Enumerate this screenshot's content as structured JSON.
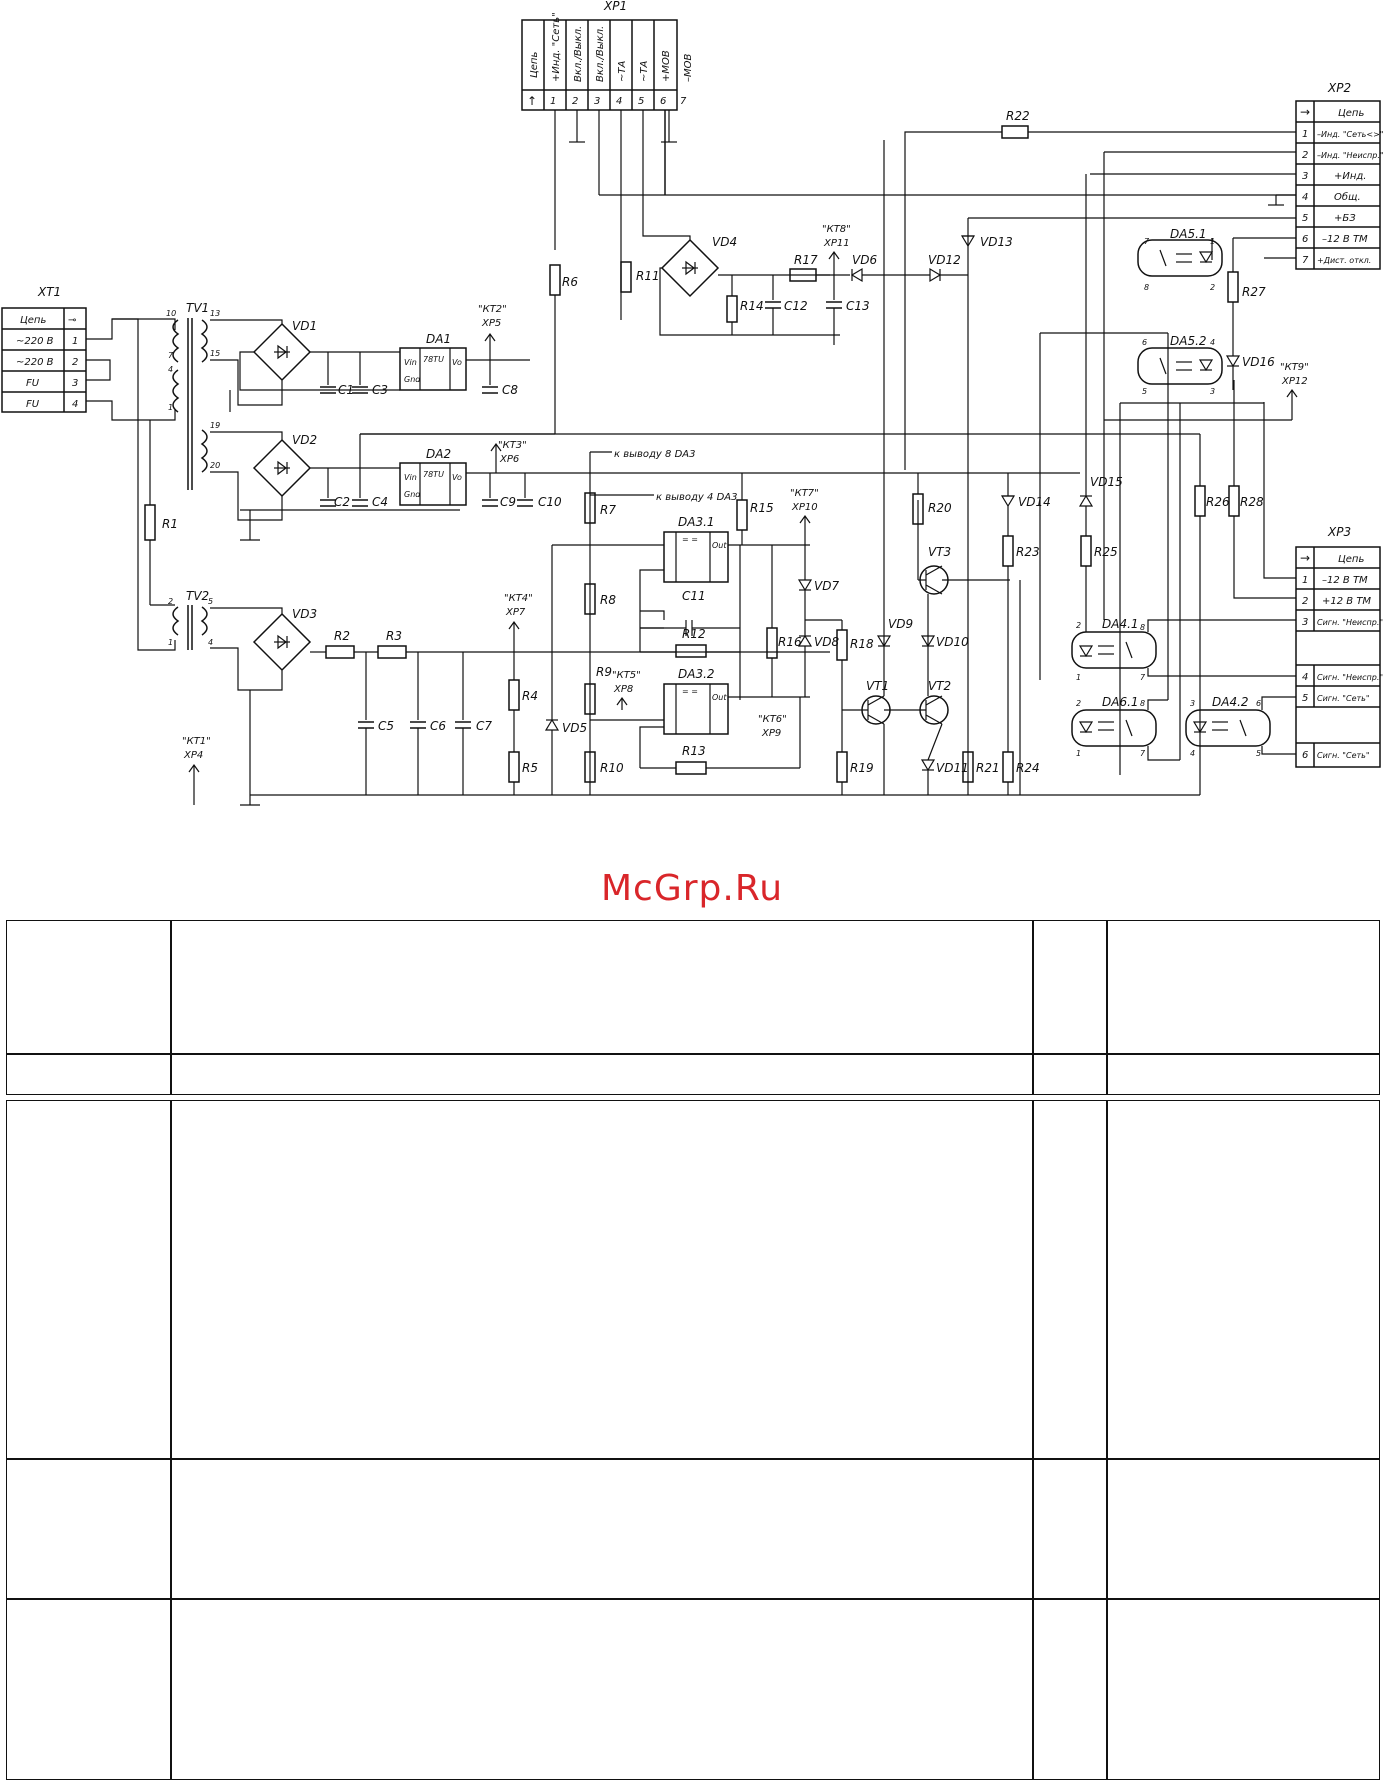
{
  "watermark": "McGrp.Ru",
  "connectors": {
    "xt1": {
      "title": "XT1",
      "header": "Цепь",
      "rows": [
        {
          "pin": "1",
          "name": "~220 В"
        },
        {
          "pin": "2",
          "name": "~220 В"
        },
        {
          "pin": "3",
          "name": "FU"
        },
        {
          "pin": "4",
          "name": "FU"
        }
      ]
    },
    "xp1": {
      "title": "XP1",
      "header": "Цепь",
      "pins": [
        {
          "pin": "1",
          "name": "+Инд. \"Сеть\""
        },
        {
          "pin": "2",
          "name": "Вкл./Выкл."
        },
        {
          "pin": "3",
          "name": "Вкл./Выкл."
        },
        {
          "pin": "4",
          "name": "~ТА"
        },
        {
          "pin": "5",
          "name": "~ТА"
        },
        {
          "pin": "6",
          "name": "+МОВ"
        },
        {
          "pin": "7",
          "name": "–МОВ"
        }
      ]
    },
    "xp2": {
      "title": "XP2",
      "header": "Цепь",
      "rows": [
        {
          "pin": "1",
          "name": "–Инд. \"Сеть<>\""
        },
        {
          "pin": "2",
          "name": "–Инд. \"Неиспр.\""
        },
        {
          "pin": "3",
          "name": "+Инд."
        },
        {
          "pin": "4",
          "name": "Общ."
        },
        {
          "pin": "5",
          "name": "+БЗ"
        },
        {
          "pin": "6",
          "name": "–12 В ТМ"
        },
        {
          "pin": "7",
          "name": "+Дист. откл."
        }
      ]
    },
    "xp3": {
      "title": "XP3",
      "header": "Цепь",
      "rows": [
        {
          "pin": "1",
          "name": "–12 В ТМ"
        },
        {
          "pin": "2",
          "name": "+12 В ТМ"
        },
        {
          "pin": "3",
          "name": "Сигн. \"Неиспр.\""
        },
        {
          "pin": "4",
          "name": "Сигн. \"Неиспр.\""
        },
        {
          "pin": "5",
          "name": "Сигн. \"Сеть\""
        },
        {
          "pin": "6",
          "name": "Сигн. \"Сеть\""
        }
      ]
    }
  },
  "components": {
    "tv1": "TV1",
    "tv2": "TV2",
    "vd1": "VD1",
    "vd2": "VD2",
    "vd3": "VD3",
    "vd4": "VD4",
    "da1": "DA1",
    "da2": "DA2",
    "da31": "DA3.1",
    "da32": "DA3.2",
    "da41": "DA4.1",
    "da42": "DA4.2",
    "da51": "DA5.1",
    "da52": "DA5.2",
    "da61": "DA6.1",
    "ic_type": "78TU",
    "vin": "Vin",
    "vo": "Vo",
    "gnd": "Gnd",
    "out": "Out",
    "cmp": "= =",
    "c1": "C1",
    "c2": "C2",
    "c3": "C3",
    "c4": "C4",
    "c5": "C5",
    "c6": "C6",
    "c7": "C7",
    "c8": "C8",
    "c9": "C9",
    "c10": "C10",
    "c11": "C11",
    "c12": "C12",
    "c13": "C13",
    "r1": "R1",
    "r2": "R2",
    "r3": "R3",
    "r4": "R4",
    "r5": "R5",
    "r6": "R6",
    "r7": "R7",
    "r8": "R8",
    "r9": "R9",
    "r10": "R10",
    "r11": "R11",
    "r12": "R12",
    "r13": "R13",
    "r14": "R14",
    "r15": "R15",
    "r16": "R16",
    "r17": "R17",
    "r18": "R18",
    "r19": "R19",
    "r20": "R20",
    "r21": "R21",
    "r22": "R22",
    "r23": "R23",
    "r24": "R24",
    "r25": "R25",
    "r26": "R26",
    "r27": "R27",
    "r28": "R28",
    "vd5": "VD5",
    "vd6": "VD6",
    "vd7": "VD7",
    "vd8": "VD8",
    "vd9": "VD9",
    "vd10": "VD10",
    "vd11": "VD11",
    "vd12": "VD12",
    "vd13": "VD13",
    "vd14": "VD14",
    "vd15": "VD15",
    "vd16": "VD16",
    "vt1": "VT1",
    "vt2": "VT2",
    "vt3": "VT3"
  },
  "test_points": {
    "kt1": {
      "label": "\"КТ1\"",
      "connector": "XP4"
    },
    "kt2": {
      "label": "\"КТ2\"",
      "connector": "XP5"
    },
    "kt3": {
      "label": "\"КТ3\"",
      "connector": "XP6"
    },
    "kt4": {
      "label": "\"КТ4\"",
      "connector": "XP7"
    },
    "kt5": {
      "label": "\"КТ5\"",
      "connector": "XP8"
    },
    "kt6": {
      "label": "\"КТ6\"",
      "connector": "XP9"
    },
    "kt7": {
      "label": "\"КТ7\"",
      "connector": "XP10"
    },
    "kt8": {
      "label": "\"КТ8\"",
      "connector": "XP11"
    },
    "kt9": {
      "label": "\"КТ9\"",
      "connector": "XP12"
    }
  },
  "notes": {
    "to_da3_pin8": "к выводу 8 DA3",
    "to_da3_pin4": "к выводу 4 DA3"
  }
}
